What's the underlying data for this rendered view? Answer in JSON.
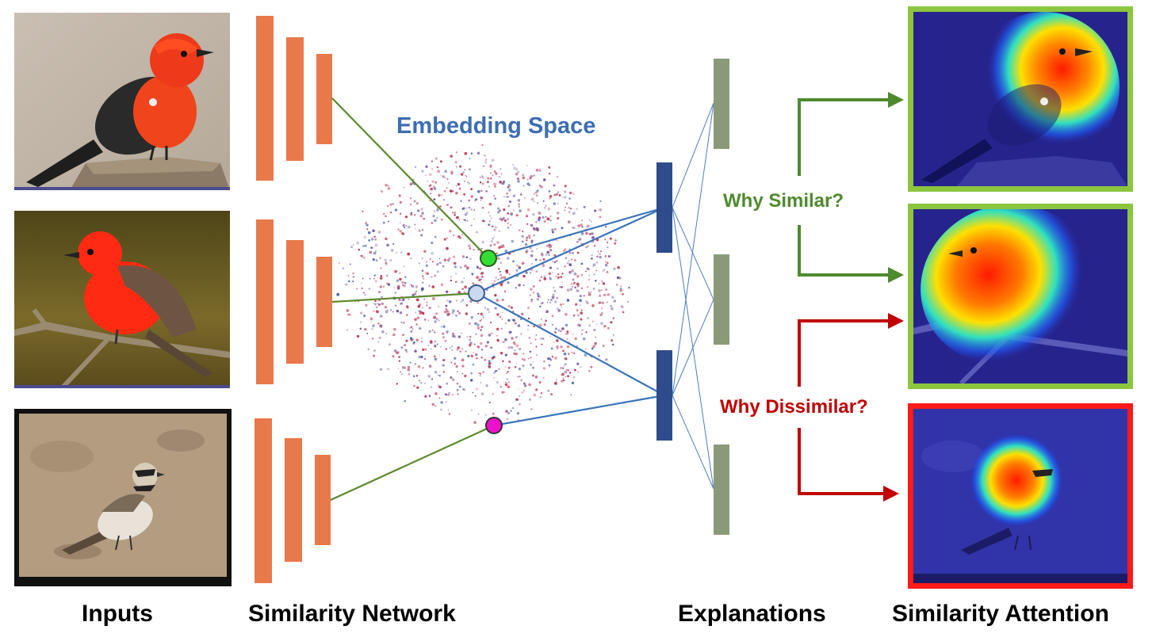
{
  "labels": {
    "embedding_space": "Embedding Space",
    "why_similar": "Why Similar?",
    "why_dissimilar": "Why Dissimilar?",
    "inputs": "Inputs",
    "similarity_network": "Similarity Network",
    "explanations": "Explanations",
    "similarity_attention": "Similarity Attention"
  },
  "colors": {
    "network_bar": "#e8794a",
    "embedding_bar": "#2e4b8c",
    "explanation_bar": "#8a9a78",
    "green_connector": "#5a8a2e",
    "blue_connector": "#3a74b8",
    "similar_arrow": "#4e8a2e",
    "dissimilar_arrow": "#c00000",
    "similar_frame": "#8cc63f",
    "dissimilar_frame": "#ff1a1a",
    "embedding_text": "#3d6eb3",
    "point_green": "#33dd33",
    "point_lightblue": "#c9d9ee",
    "point_magenta": "#ee11cc"
  },
  "inputs": [
    {
      "subject": "vermilion flycatcher on stump"
    },
    {
      "subject": "vermilion flycatcher on branch"
    },
    {
      "subject": "horned lark on ground"
    }
  ],
  "attention_maps": [
    {
      "frame": "similar"
    },
    {
      "frame": "similar"
    },
    {
      "frame": "dissimilar"
    }
  ]
}
